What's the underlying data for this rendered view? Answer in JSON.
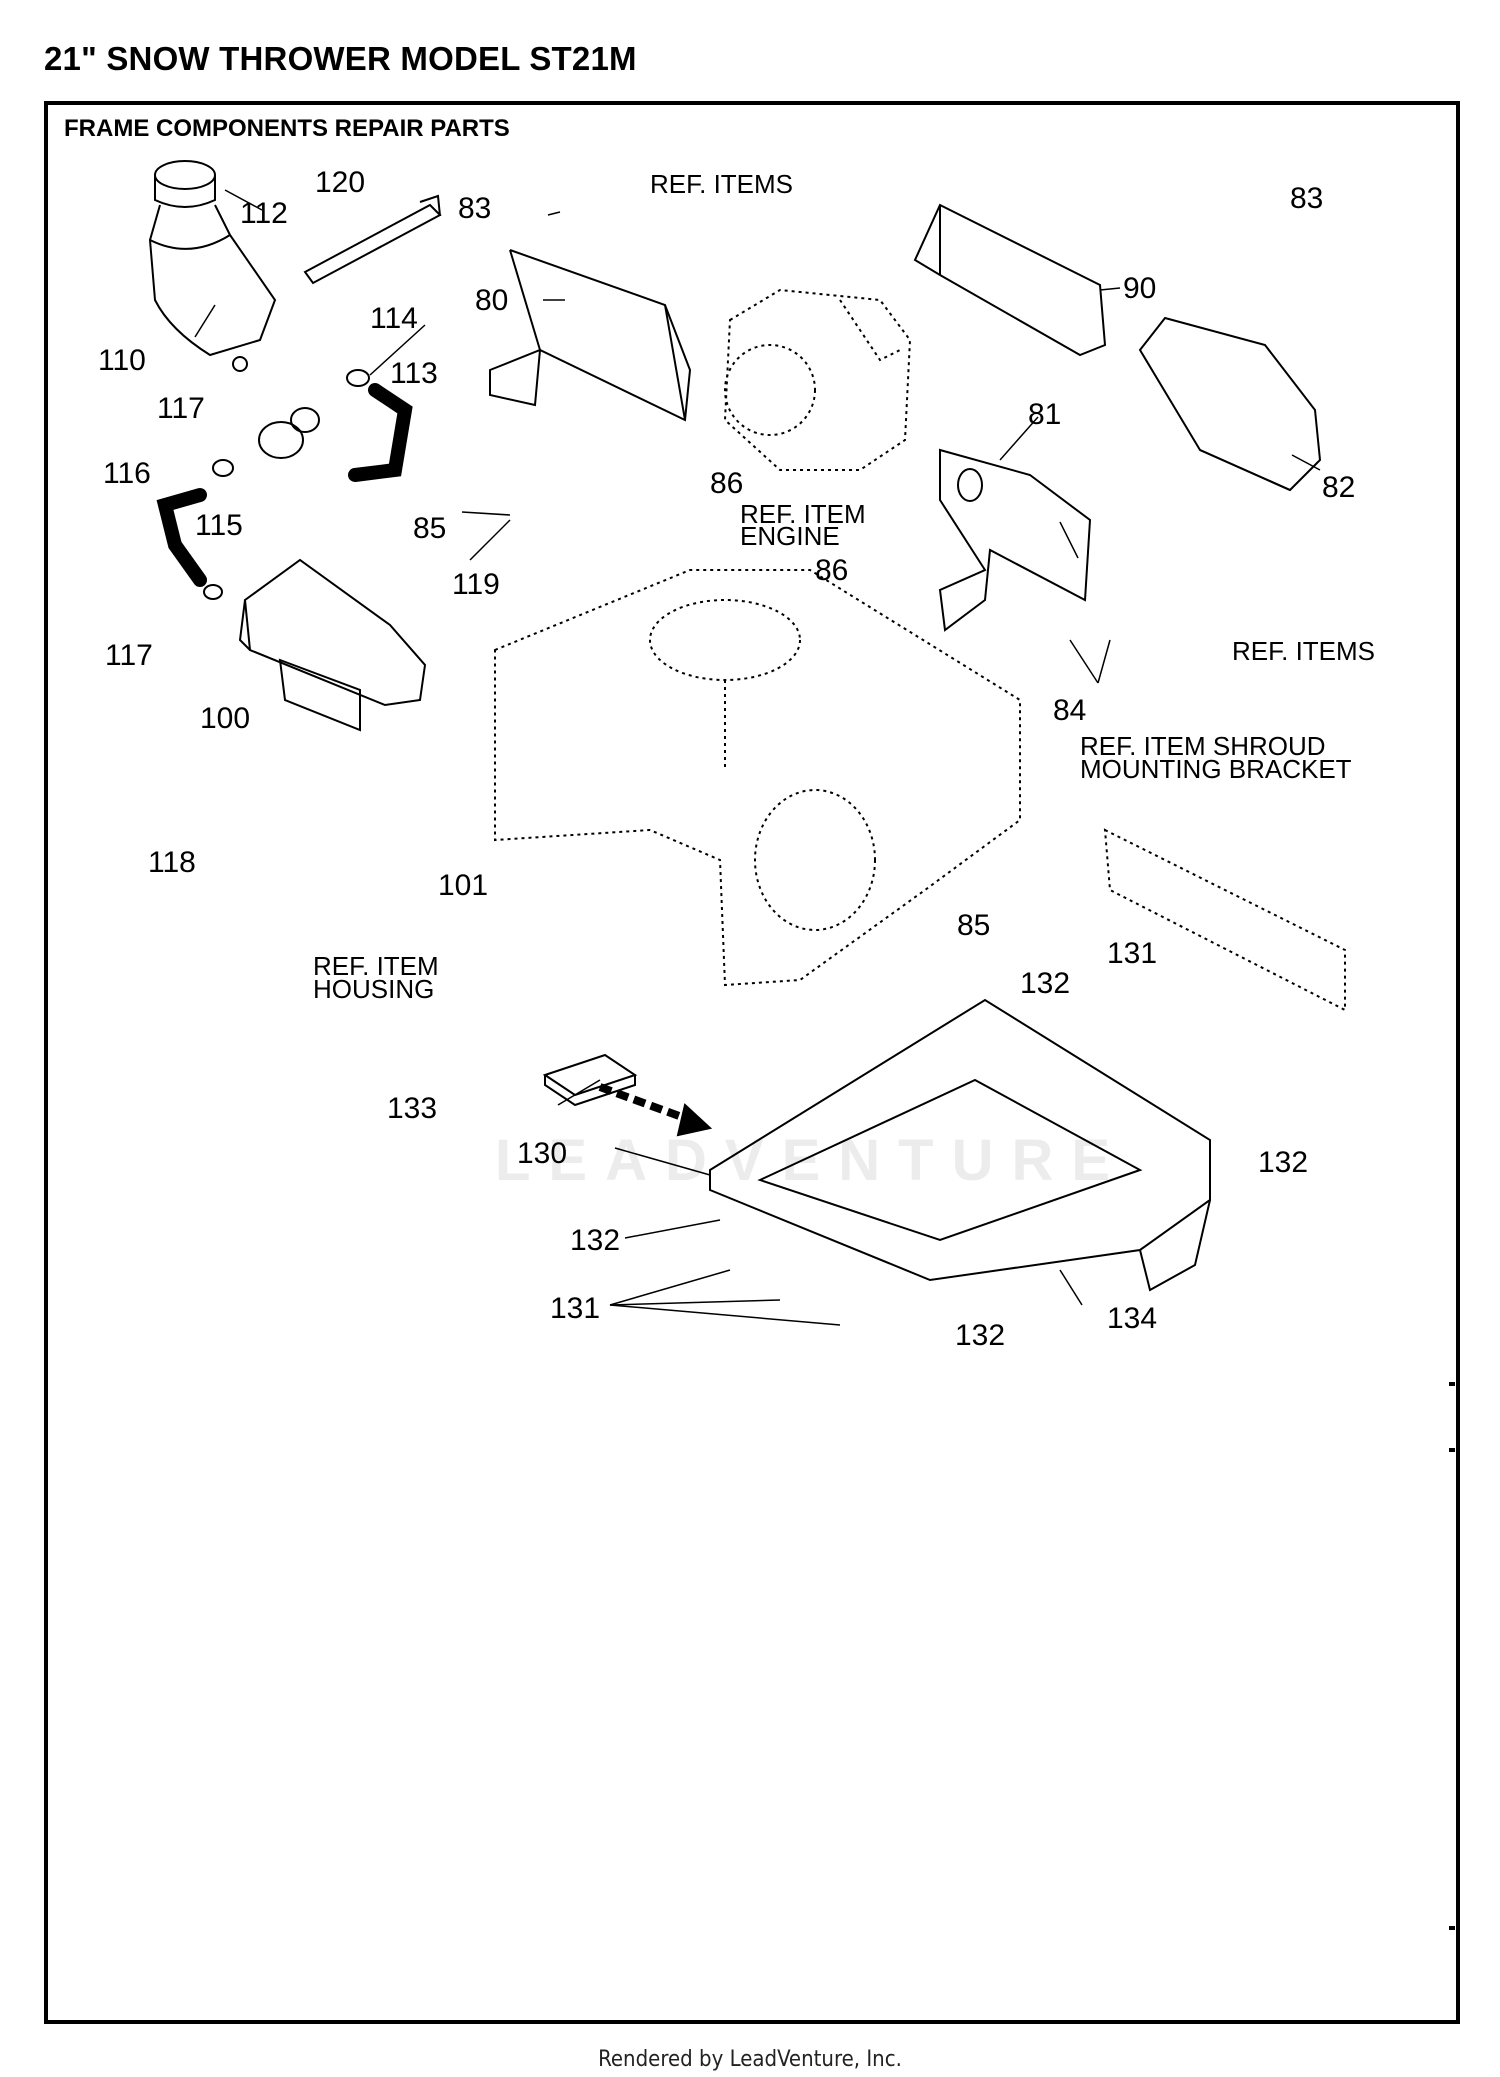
{
  "page": {
    "title": "21\" SNOW THROWER MODEL ST21M",
    "section_title": "FRAME COMPONENTS REPAIR PARTS",
    "footer": "Rendered by LeadVenture, Inc.",
    "watermark": "LEADVENTURE"
  },
  "callouts": [
    "112",
    "120",
    "83",
    "83",
    "80",
    "90",
    "110",
    "114",
    "113",
    "117",
    "116",
    "115",
    "86",
    "81",
    "82",
    "85",
    "119",
    "86",
    "117",
    "100",
    "84",
    "118",
    "101",
    "85",
    "131",
    "132",
    "133",
    "130",
    "132",
    "132",
    "131",
    "132",
    "134"
  ],
  "ref_labels": {
    "ref_items_top": "REF. ITEMS",
    "ref_item_engine_1": "REF. ITEM",
    "ref_item_engine_2": "ENGINE",
    "ref_items_right": "REF. ITEMS",
    "ref_item_shroud_1": "REF. ITEM SHROUD",
    "ref_item_shroud_2": "MOUNTING BRACKET",
    "ref_item_housing_1": "REF. ITEM",
    "ref_item_housing_2": "HOUSING"
  },
  "colors": {
    "ink": "#000000",
    "paper": "#ffffff",
    "watermark": "#ececec"
  }
}
